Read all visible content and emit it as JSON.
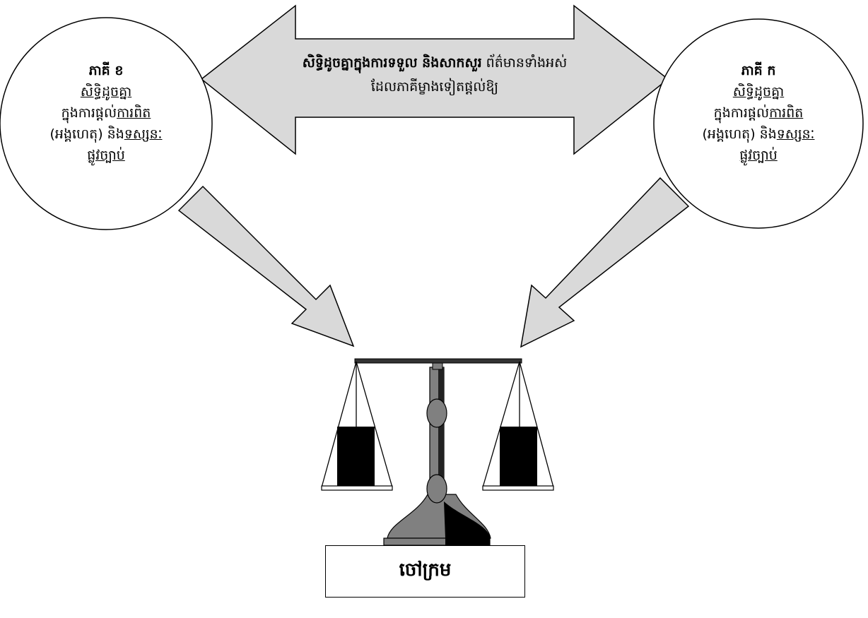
{
  "party_left": {
    "title": "ភាគី ខ",
    "line1": "សិទ្ធិដូចគ្នា",
    "line2_plain": "ក្នុងការផ្តល់",
    "line2_underlined": "ការពិត",
    "line3_plain": "(អង្គហេតុ) និង",
    "line3_underlined": "ទស្សនៈ",
    "line4": "ផ្លូវច្បាប់"
  },
  "party_right": {
    "title": "ភាគី ក",
    "line1": "សិទ្ធិដូចគ្នា",
    "line2_plain": "ក្នុងការផ្តល់",
    "line2_underlined": "ការពិត",
    "line3_plain": "(អង្គហេតុ) និង",
    "line3_underlined": "ទស្សនៈ",
    "line4": "ផ្លូវច្បាប់"
  },
  "center_arrow": {
    "bold_text": "សិទ្ធិដូចគ្នាក្នុងការទទួល និងសាកសួរ",
    "plain_text": "ព័ត៌មានទាំងអស់",
    "line2": "ដែលភាគីម្ខាងទៀតផ្តល់ឱ្យ"
  },
  "court": {
    "label": "ចៅក្រម"
  },
  "colors": {
    "arrow_fill": "#d9d9d9",
    "outline": "#000000",
    "weight_fill": "#000000",
    "stand_fill": "#808080"
  }
}
